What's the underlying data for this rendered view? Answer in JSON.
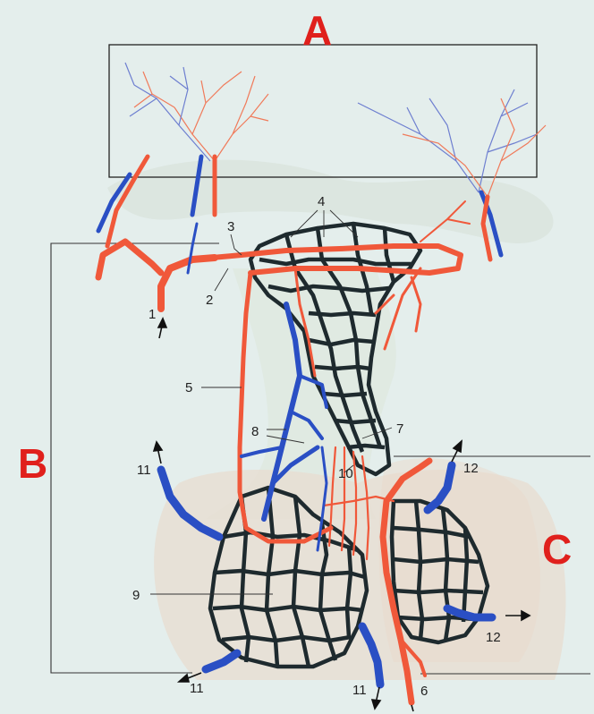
{
  "regions": {
    "A": "A",
    "B": "B",
    "C": "C"
  },
  "labels": {
    "l1": "1",
    "l2": "2",
    "l3": "3",
    "l4": "4",
    "l5": "5",
    "l6": "6",
    "l7": "7",
    "l8": "8",
    "l9": "9",
    "l10": "10",
    "l11a": "11",
    "l11b": "11",
    "l11c": "11",
    "l12a": "12",
    "l12b": "12"
  },
  "colors": {
    "artery": "#f0583a",
    "vein": "#2a4fc4",
    "capillary_network": "#1e2a2e",
    "region_letters": "#e0201c",
    "background": "#e4eeec"
  }
}
